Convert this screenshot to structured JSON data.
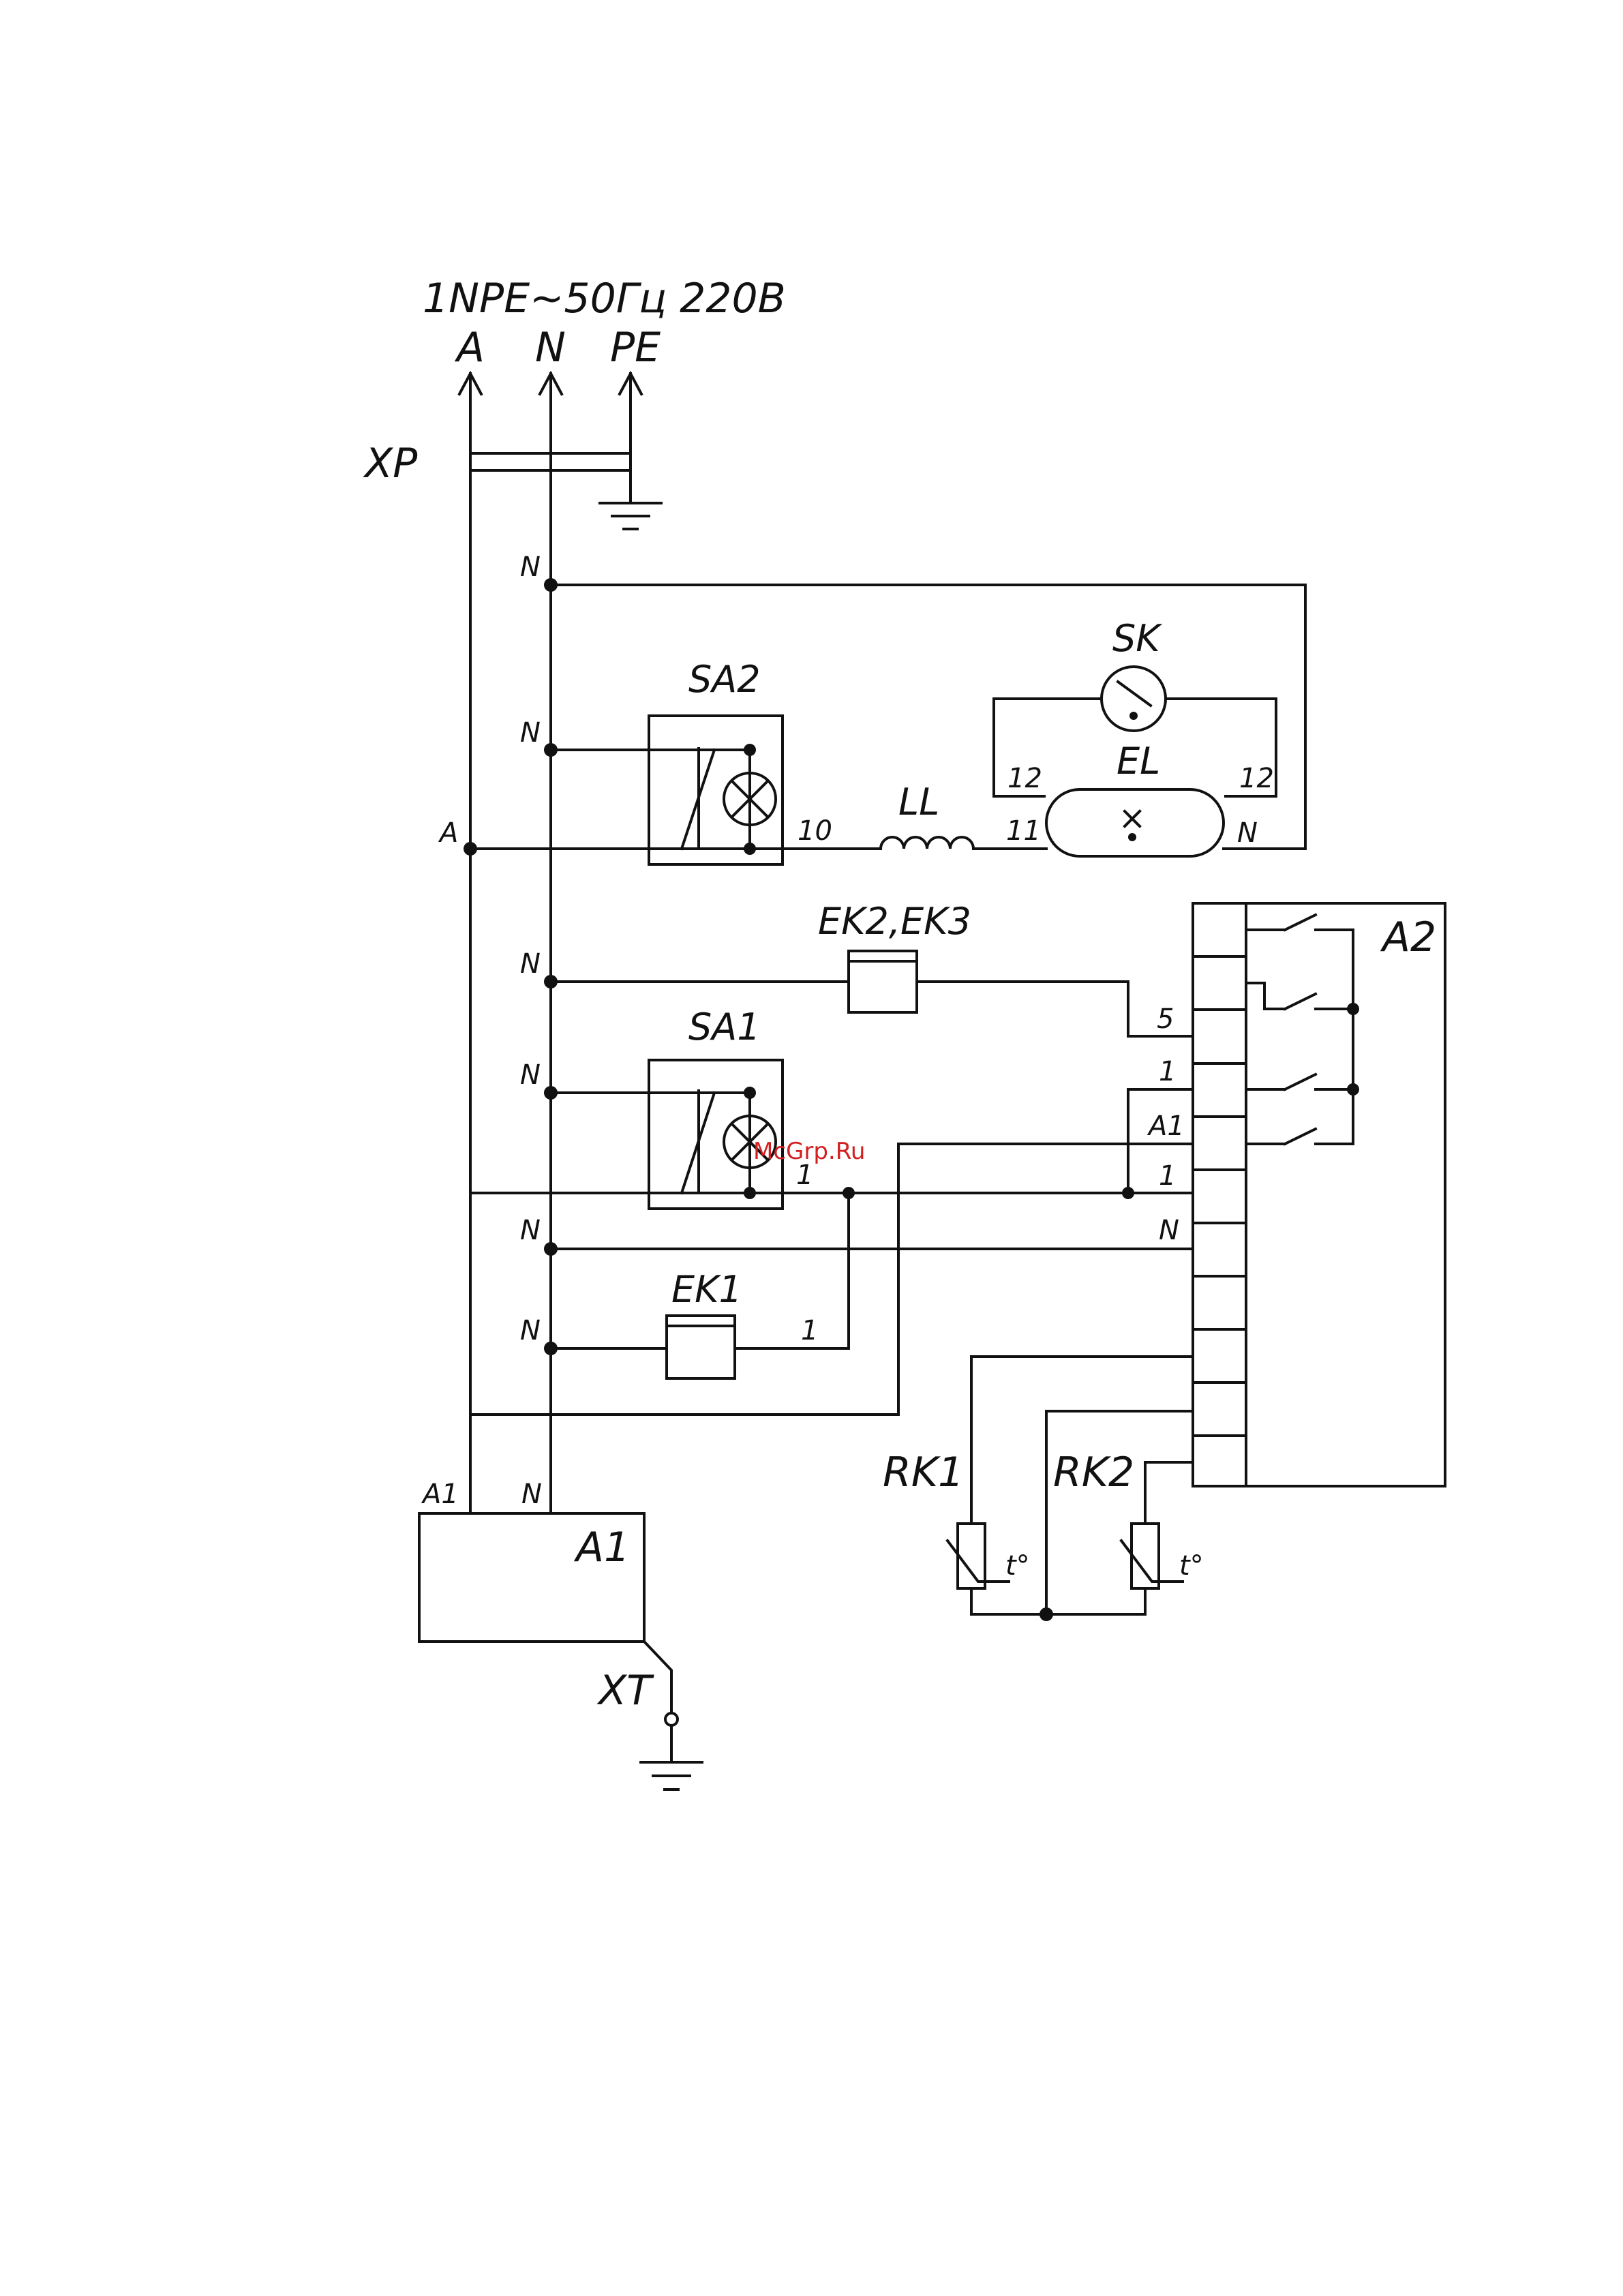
{
  "supply": {
    "header": "1NPE~50Гц 220В",
    "phase": "A",
    "neutral": "N",
    "protective": "PE"
  },
  "designators": {
    "plug": "XP",
    "switch_2": "SA2",
    "switch_1": "SA1",
    "thermostat": "SK",
    "lamp": "EL",
    "ballast": "LL",
    "heater_2_3": "EK2,EK3",
    "heater_1": "EK1",
    "controller": "A2",
    "block_1": "A1",
    "sensor_1": "RK1",
    "sensor_2": "RK2",
    "ground_terminal": "XT",
    "temp_symbol": "t°"
  },
  "wires": {
    "n": "N",
    "a": "A",
    "a1": "A1",
    "w1": "1",
    "w5": "5",
    "w10": "10",
    "w11": "11",
    "w12": "12"
  },
  "colors": {
    "ink": "#111111",
    "watermark": "#d21f1f"
  },
  "watermark": "McGrp.Ru"
}
